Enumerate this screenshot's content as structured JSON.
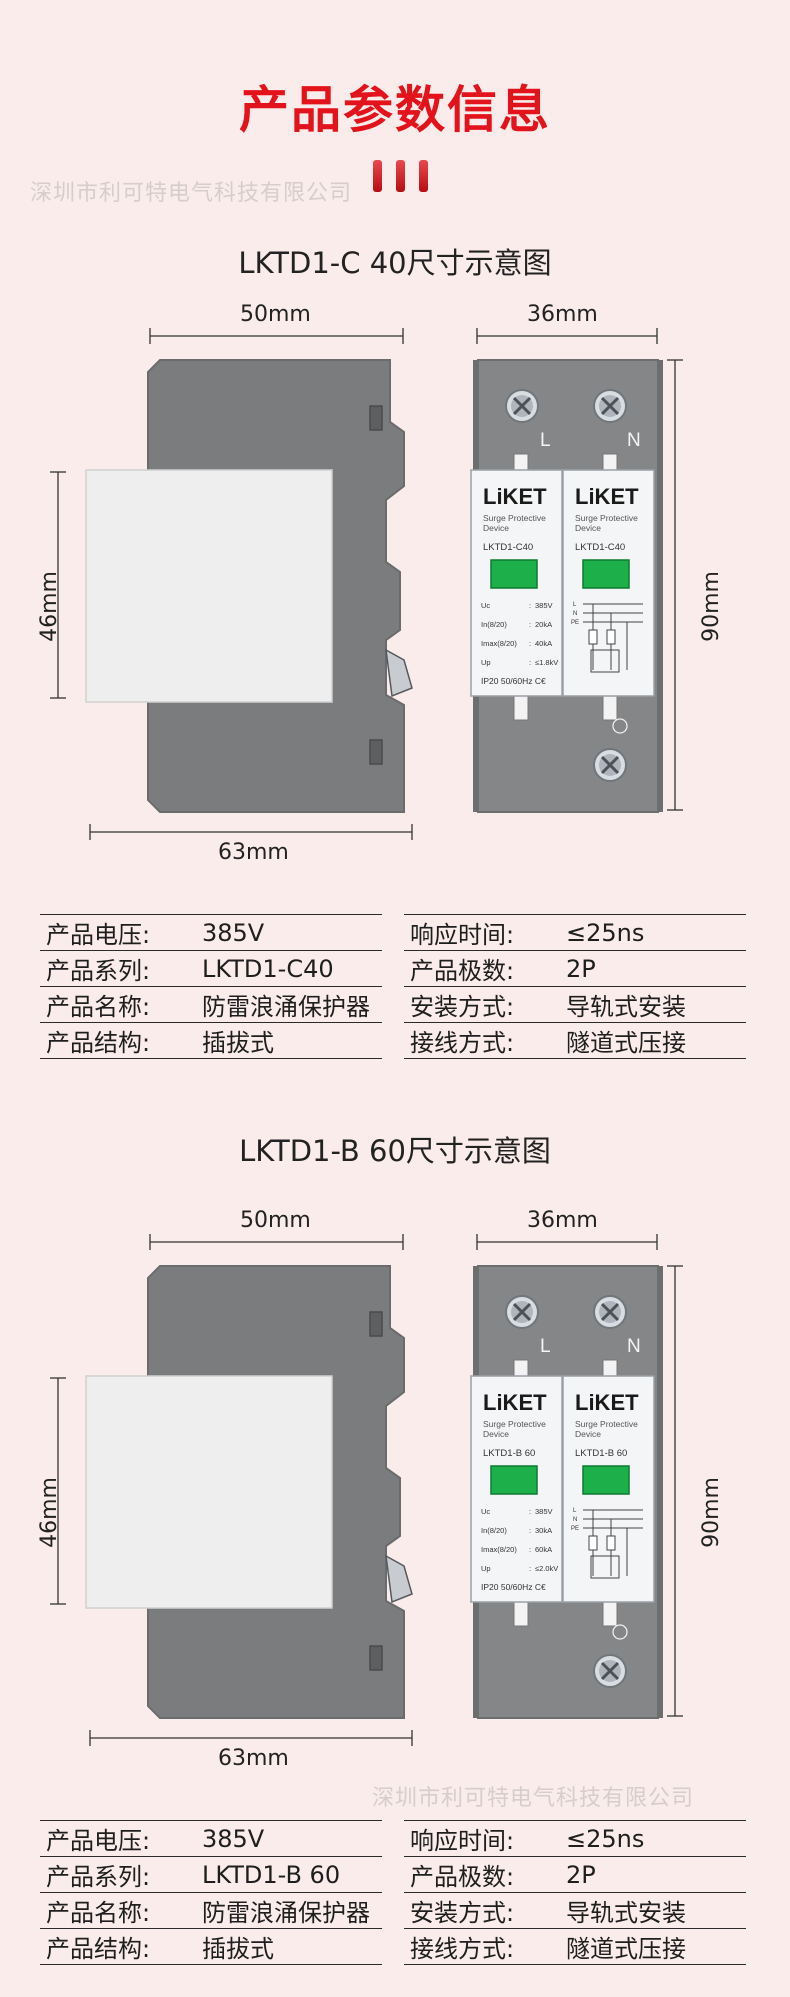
{
  "header": {
    "title": "产品参数信息"
  },
  "watermark": "深圳市利可特电气科技有限公司",
  "sections": [
    {
      "title": "LKTD1-C 40尺寸示意图",
      "dims": {
        "width_side": "50mm",
        "width_front": "36mm",
        "height_side": "46mm",
        "height_front": "90mm",
        "depth": "63mm"
      },
      "device": {
        "brand": "LiKET",
        "terminals": [
          "L",
          "N"
        ],
        "subtitle": [
          "Surge Protective",
          "Device"
        ],
        "model": "LKTD1-C40",
        "rows": [
          {
            "k": "Uc",
            "v": "385V"
          },
          {
            "k": "In(8/20)",
            "v": "20kA"
          },
          {
            "k": "Imax(8/20)",
            "v": "40kA"
          },
          {
            "k": "Up",
            "v": "≤1.8kV"
          }
        ],
        "footer": "IP20 50/60Hz C€"
      },
      "specs": [
        [
          "产品电压:",
          "385V",
          "响应时间:",
          "≤25ns"
        ],
        [
          "产品系列:",
          "LKTD1-C40",
          "产品极数:",
          "2P"
        ],
        [
          "产品名称:",
          "防雷浪涌保护器",
          "安装方式:",
          "导轨式安装"
        ],
        [
          "产品结构:",
          "插拔式",
          "接线方式:",
          "隧道式压接"
        ]
      ]
    },
    {
      "title": "LKTD1-B 60尺寸示意图",
      "dims": {
        "width_side": "50mm",
        "width_front": "36mm",
        "height_side": "46mm",
        "height_front": "90mm",
        "depth": "63mm"
      },
      "device": {
        "brand": "LiKET",
        "terminals": [
          "L",
          "N"
        ],
        "subtitle": [
          "Surge Protective",
          "Device"
        ],
        "model": "LKTD1-B 60",
        "rows": [
          {
            "k": "Uc",
            "v": "385V"
          },
          {
            "k": "In(8/20)",
            "v": "30kA"
          },
          {
            "k": "Imax(8/20)",
            "v": "60kA"
          },
          {
            "k": "Up",
            "v": "≤2.0kV"
          }
        ],
        "footer": "IP20 50/60Hz C€"
      },
      "specs": [
        [
          "产品电压:",
          "385V",
          "响应时间:",
          "≤25ns"
        ],
        [
          "产品系列:",
          "LKTD1-B 60",
          "产品极数:",
          "2P"
        ],
        [
          "产品名称:",
          "防雷浪涌保护器",
          "安装方式:",
          "导轨式安装"
        ],
        [
          "产品结构:",
          "插拔式",
          "接线方式:",
          "隧道式压接"
        ]
      ]
    }
  ]
}
